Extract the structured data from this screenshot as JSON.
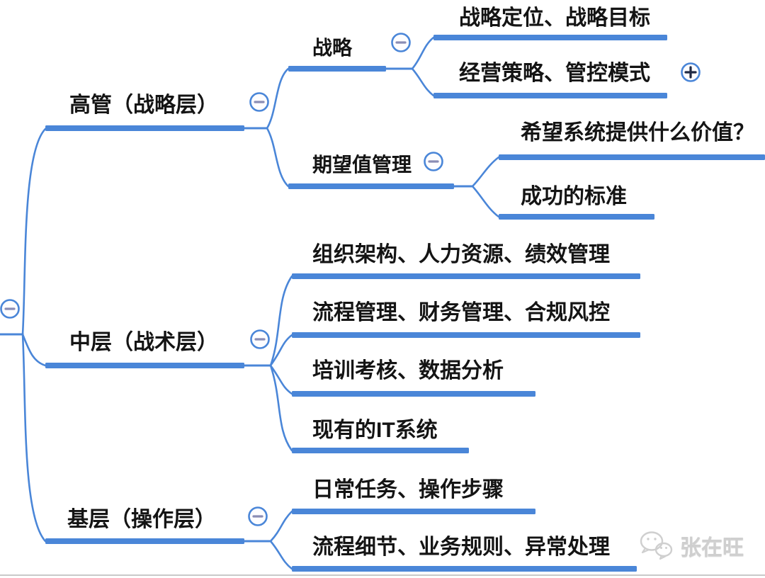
{
  "theme": {
    "line_color": "#4a86d8",
    "text_color": "#141414",
    "minus_glyph_color": "#8a8db5",
    "plus_glyph_color": "#1f2a44",
    "watermark_color": "#cfcfcf",
    "bg_color": "#ffffff"
  },
  "tree": {
    "root": {
      "toggle_icon": "minus-icon",
      "children": [
        {
          "label": "高管（战略层）",
          "toggle_icon": "minus-icon",
          "children": [
            {
              "label": "战略",
              "toggle_icon": "minus-icon",
              "children": [
                {
                  "label": "战略定位、战略目标"
                },
                {
                  "label": "经营策略、管控模式",
                  "toggle_icon": "plus-icon"
                }
              ]
            },
            {
              "label": "期望值管理",
              "toggle_icon": "minus-icon",
              "children": [
                {
                  "label": "希望系统提供什么价值？"
                },
                {
                  "label": "成功的标准"
                }
              ]
            }
          ]
        },
        {
          "label": "中层（战术层）",
          "toggle_icon": "minus-icon",
          "children": [
            {
              "label": "组织架构、人力资源、绩效管理"
            },
            {
              "label": "流程管理、财务管理、合规风控"
            },
            {
              "label": "培训考核、数据分析"
            },
            {
              "label": "现有的IT系统"
            }
          ]
        },
        {
          "label": "基层（操作层）",
          "toggle_icon": "minus-icon",
          "children": [
            {
              "label": "日常任务、操作步骤"
            },
            {
              "label": "流程细节、业务规则、异常处理"
            }
          ]
        }
      ]
    }
  },
  "watermark": {
    "icon": "wechat-icon",
    "label": "张在旺"
  }
}
